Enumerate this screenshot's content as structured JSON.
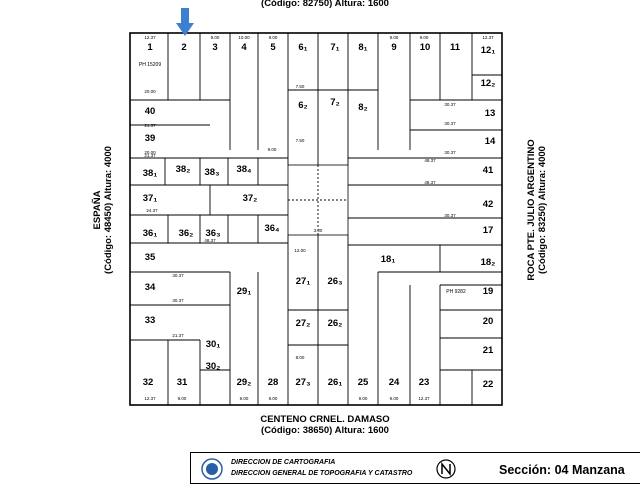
{
  "streets": {
    "top_code": "(Código: 82750) Altura: 1600",
    "bottom_name": "CENTENO CRNEL. DAMASO",
    "bottom_code": "(Código: 38650) Altura: 1600",
    "left_name": "ESPAÑA",
    "left_code": "(Código: 48450) Altura: 4000",
    "right_name": "ROCA PTE. JULIO ARGENTINO",
    "right_code": "(Código: 83250) Altura: 4000"
  },
  "footer": {
    "line1": "DIRECCION DE CARTOGRAFIA",
    "line2": "DIRECCION GENERAL DE TOPOGRAFIA Y CATASTRO",
    "seccion": "Sección: 04   Manzana"
  },
  "parcels": [
    {
      "label": "1"
    },
    {
      "label": "2"
    },
    {
      "label": "3"
    },
    {
      "label": "4"
    },
    {
      "label": "5"
    },
    {
      "label": "6₁"
    },
    {
      "label": "7₁"
    },
    {
      "label": "8₁"
    },
    {
      "label": "9"
    },
    {
      "label": "10"
    },
    {
      "label": "11"
    },
    {
      "label": "12₁"
    },
    {
      "label": "12₂"
    },
    {
      "label": "6₂"
    },
    {
      "label": "7₂"
    },
    {
      "label": "8₂"
    },
    {
      "label": "13"
    },
    {
      "label": "14"
    },
    {
      "label": "40"
    },
    {
      "label": "39"
    },
    {
      "label": "38₁"
    },
    {
      "label": "38₂"
    },
    {
      "label": "38₃"
    },
    {
      "label": "38₄"
    },
    {
      "label": "41"
    },
    {
      "label": "37₁"
    },
    {
      "label": "37₂"
    },
    {
      "label": "42"
    },
    {
      "label": "36₁"
    },
    {
      "label": "36₂"
    },
    {
      "label": "36₃"
    },
    {
      "label": "36₄"
    },
    {
      "label": "17"
    },
    {
      "label": "35"
    },
    {
      "label": "18₁"
    },
    {
      "label": "18₂"
    },
    {
      "label": "27₁"
    },
    {
      "label": "26₃"
    },
    {
      "label": "34"
    },
    {
      "label": "29₁"
    },
    {
      "label": "19"
    },
    {
      "label": "27₂"
    },
    {
      "label": "26₂"
    },
    {
      "label": "33"
    },
    {
      "label": "20"
    },
    {
      "label": "30₁"
    },
    {
      "label": "30₂"
    },
    {
      "label": "21"
    },
    {
      "label": "32"
    },
    {
      "label": "31"
    },
    {
      "label": "29₂"
    },
    {
      "label": "28"
    },
    {
      "label": "27₃"
    },
    {
      "label": "26₁"
    },
    {
      "label": "25"
    },
    {
      "label": "24"
    },
    {
      "label": "23"
    },
    {
      "label": "22"
    }
  ],
  "notes": {
    "ph_15209": "PH 15209",
    "ph_9282": "PH 9282"
  },
  "dimensions": [
    "12.37",
    "9.00",
    "10.00",
    "9.00",
    "9.00",
    "9.00",
    "12.37",
    "20.00",
    "21.37",
    "30.37",
    "30.37",
    "9.00",
    "20.00",
    "30.37",
    "21.37",
    "48.37",
    "48.37",
    "24.37",
    "48.37",
    "30.37",
    "30.37",
    "30.37",
    "21.37",
    "12.37",
    "9.00",
    "9.00",
    "9.00",
    "9.00",
    "9.00",
    "12.37",
    "7.50",
    "7.50",
    "12.00",
    "3.00",
    "8.00"
  ],
  "colors": {
    "arrow": "#3d7fd1",
    "line": "#000000"
  }
}
